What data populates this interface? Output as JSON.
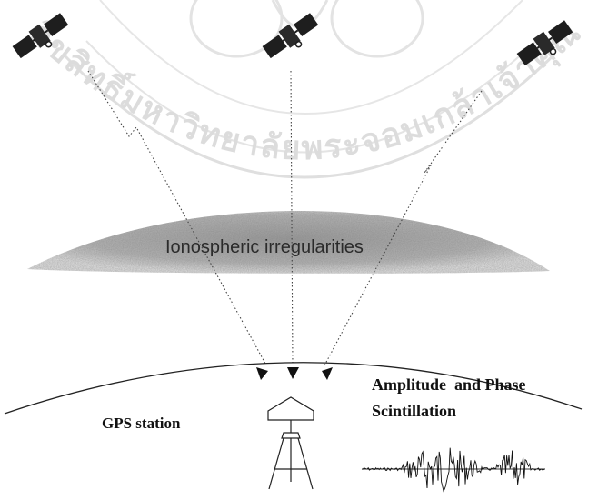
{
  "diagram": {
    "ionosphere_label": "Ionospheric irregularities",
    "station_label": "GPS station",
    "scintillation_label_line1": "Amplitude  and Phase",
    "scintillation_label_line2": "Scintillation",
    "watermark": {
      "text": "ลิขสิทธิ์มหาวิทยาลัยพระจอมเกล้าเจ้าคุณทหารลาดกระบัง"
    },
    "satellites": [
      {
        "id": "satellite-left"
      },
      {
        "id": "satellite-center"
      },
      {
        "id": "satellite-right"
      }
    ],
    "colors": {
      "ink": "#111111",
      "ionosphere": "#b5b5b5",
      "watermark": "#d7d7d7",
      "background": "#ffffff"
    }
  }
}
